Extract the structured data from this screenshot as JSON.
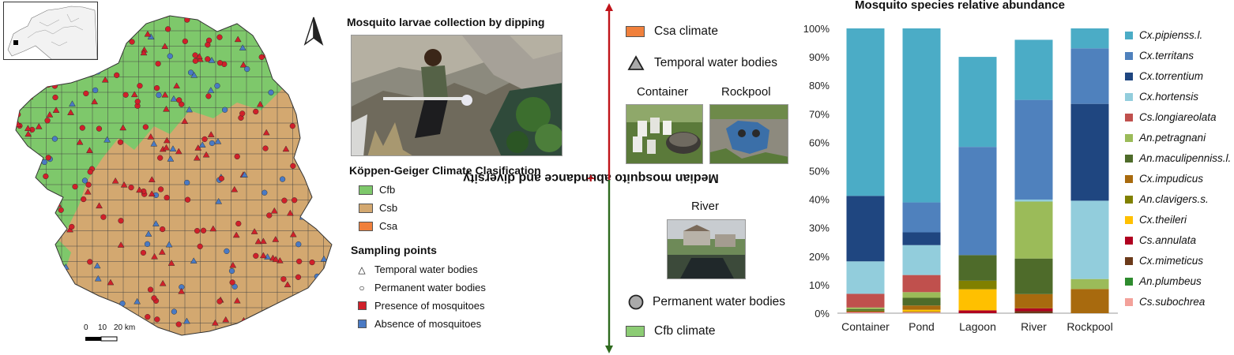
{
  "map": {
    "scale_labels": [
      "0",
      "10",
      "20 km"
    ]
  },
  "photo_section": {
    "title": "Mosquito larvae collection by dipping"
  },
  "climate_legend": {
    "title": "Köppen-Geiger Climate Clasification",
    "items": [
      {
        "label": "Cfb",
        "color": "#7ec86b"
      },
      {
        "label": "Csb",
        "color": "#d3a870"
      },
      {
        "label": "Csa",
        "color": "#f0803c"
      }
    ]
  },
  "sampling_legend": {
    "title": "Sampling points",
    "items": [
      {
        "symbol": "△",
        "label": "Temporal water bodies"
      },
      {
        "symbol": "○",
        "label": "Permanent water bodies"
      },
      {
        "label": "Presence of mosquitoes",
        "color": "#d0202a"
      },
      {
        "label": "Absence of mosquitoes",
        "color": "#4a7ac4"
      }
    ]
  },
  "gradient": {
    "axis_label_minus": "-",
    "axis_label_text": " Median mosquito abundance and diversity ",
    "axis_label_plus": "+",
    "top_color": "#c0141a",
    "bottom_color": "#2e6a1e",
    "csa_label": "Csa climate",
    "csa_color": "#f0803c",
    "temporal_label": "Temporal water bodies",
    "container_label": "Container",
    "rockpool_label": "Rockpool",
    "river_label": "River",
    "permanent_label": "Permanent water bodies",
    "cfb_label": "Cfb climate",
    "cfb_color": "#8ccc74"
  },
  "chart_data": {
    "type": "bar",
    "stacked": true,
    "title": "Mosquito species relative abundance",
    "categories": [
      "Container",
      "Pond",
      "Lagoon",
      "River",
      "Rockpool"
    ],
    "y_ticks": [
      "0%",
      "10%",
      "20%",
      "30%",
      "40%",
      "50%",
      "60%",
      "70%",
      "80%",
      "90%",
      "100%"
    ],
    "ylim": [
      0,
      100
    ],
    "grid": false,
    "legend_position": "right",
    "series": [
      {
        "name": "Cs.subochrea",
        "color": "#f3a19a",
        "values": [
          0.3,
          0.3,
          0,
          0,
          0
        ]
      },
      {
        "name": "An.plumbeus",
        "color": "#2e8b2e",
        "values": [
          0,
          0,
          0,
          0,
          0
        ]
      },
      {
        "name": "Cx.mimeticus",
        "color": "#6b3a1a",
        "values": [
          0,
          0.2,
          0,
          0.7,
          0
        ]
      },
      {
        "name": "Cs.annulata",
        "color": "#b00020",
        "values": [
          0.2,
          0,
          1.0,
          1.0,
          0
        ]
      },
      {
        "name": "Cx.theileri",
        "color": "#ffc000",
        "values": [
          0,
          0.7,
          7.4,
          0,
          0
        ]
      },
      {
        "name": "An.clavigers.s.",
        "color": "#808000",
        "values": [
          0.4,
          0,
          3.0,
          0,
          0
        ]
      },
      {
        "name": "Cx.impudicus",
        "color": "#a86a0e",
        "values": [
          0,
          1.5,
          0,
          5.0,
          0
        ]
      },
      {
        "name": "Cx.impudicus",
        "color": "#a86a0e",
        "values": [
          0,
          0,
          0,
          0,
          8.5
        ]
      },
      {
        "name": "An.maculipenniss.l.",
        "color": "#4e6b2a",
        "values": [
          0.5,
          2.7,
          9.0,
          12.5,
          0
        ]
      },
      {
        "name": "An.petragnani",
        "color": "#9bbb59",
        "values": [
          0.6,
          2.0,
          0,
          20.0,
          3.5
        ]
      },
      {
        "name": "Cs.longiareolata",
        "color": "#c0504d",
        "values": [
          4.8,
          6.0,
          0,
          0,
          0
        ]
      },
      {
        "name": "Cx.hortensis",
        "color": "#92cddc",
        "values": [
          11.4,
          10.5,
          0,
          0.7,
          27.5
        ]
      },
      {
        "name": "Cx.torrentium",
        "color": "#1f4680",
        "values": [
          23.0,
          4.5,
          0,
          0,
          34.0
        ]
      },
      {
        "name": "Cx.territans",
        "color": "#4f81bd",
        "values": [
          0,
          10.5,
          38.0,
          35.0,
          19.5
        ]
      },
      {
        "name": "Cx.pipienss.l.",
        "color": "#4bacc6",
        "values": [
          58.8,
          61.1,
          31.6,
          21.1,
          7.0
        ]
      }
    ],
    "legend": [
      {
        "label": "Cx.pipienss.l.",
        "color": "#4bacc6"
      },
      {
        "label": "Cx.territans",
        "color": "#4f81bd"
      },
      {
        "label": "Cx.torrentium",
        "color": "#1f4680"
      },
      {
        "label": "Cx.hortensis",
        "color": "#92cddc"
      },
      {
        "label": "Cs.longiareolata",
        "color": "#c0504d"
      },
      {
        "label": "An.petragnani",
        "color": "#9bbb59"
      },
      {
        "label": "An.maculipenniss.l.",
        "color": "#4e6b2a"
      },
      {
        "label": "Cx.impudicus",
        "color": "#a86a0e"
      },
      {
        "label": "An.clavigers.s.",
        "color": "#808000"
      },
      {
        "label": "Cx.theileri",
        "color": "#ffc000"
      },
      {
        "label": "Cs.annulata",
        "color": "#b00020"
      },
      {
        "label": "Cx.mimeticus",
        "color": "#6b3a1a"
      },
      {
        "label": "An.plumbeus",
        "color": "#2e8b2e"
      },
      {
        "label": "Cs.subochrea",
        "color": "#f3a19a"
      }
    ]
  }
}
